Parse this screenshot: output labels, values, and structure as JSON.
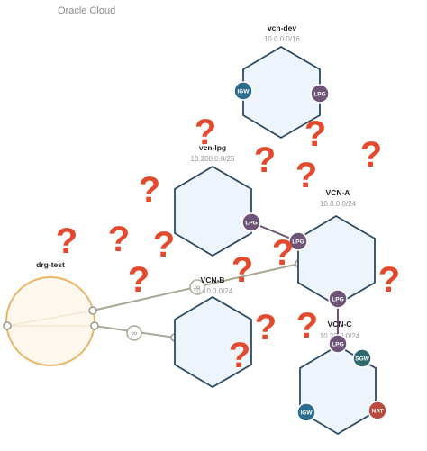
{
  "app_title": "Oracle Cloud",
  "colors": {
    "hex_fill": "#eef4fb",
    "hex_stroke": "#2d4a64",
    "drg_fill": "#fdf7ee",
    "drg_stroke": "#e8b56a",
    "link_line": "#aaa895",
    "lpg": "#6e5578",
    "igw": "#2a6d8f",
    "sgw": "#2e6a6d",
    "nat": "#b94a3e",
    "question": "#e2492d"
  },
  "drg": {
    "label": "drg-test"
  },
  "vcns": [
    {
      "id": "vcn-dev",
      "name": "vcn-dev",
      "cidr": "10.0.0.0/16"
    },
    {
      "id": "vcn-lpg",
      "name": "vcn-lpg",
      "cidr": "10.200.0.0/25"
    },
    {
      "id": "vcn-a",
      "name": "VCN-A",
      "cidr": "10.0.0.0/24"
    },
    {
      "id": "vcn-b",
      "name": "VCN-B",
      "cidr": "10.10.0.0/24"
    },
    {
      "id": "vcn-c",
      "name": "VCN-C",
      "cidr": "10.20.0.0/24"
    }
  ],
  "gateways": {
    "vcn-dev-igw": "IGW",
    "vcn-dev-lpg": "LPG",
    "vcn-lpg-lpg": "LPG",
    "vcn-a-lpg-top": "LPG",
    "vcn-a-lpg-bottom": "LPG",
    "vcn-c-lpg": "LPG",
    "vcn-c-sgw": "SGW",
    "vcn-c-igw": "IGW",
    "vcn-c-nat": "NAT"
  },
  "question_mark": "?",
  "question_mark_count": 16
}
